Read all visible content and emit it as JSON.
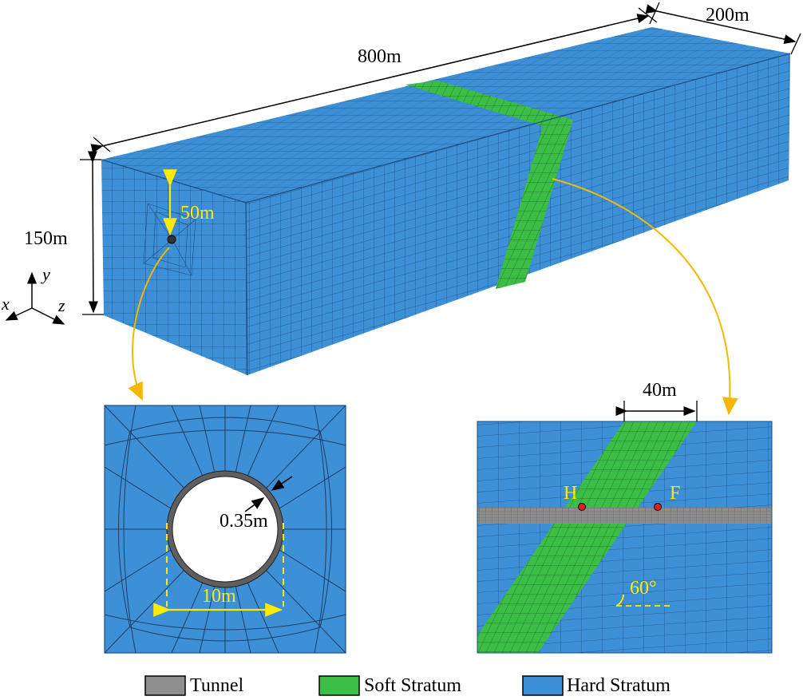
{
  "dimensions": {
    "length": "800m",
    "width": "200m",
    "height": "150m",
    "depth_to_tunnel": "50m"
  },
  "axes": {
    "x": "x",
    "y": "y",
    "z": "z"
  },
  "detail_cross_section": {
    "lining_thickness": "0.35m",
    "diameter": "10m"
  },
  "detail_longitudinal": {
    "soft_width": "40m",
    "point_h": "H",
    "point_f": "F",
    "angle": "60°"
  },
  "legend": [
    {
      "label": "Tunnel",
      "color": "#8e8e8e"
    },
    {
      "label": "Soft Stratum",
      "color": "#3cbe46"
    },
    {
      "label": "Hard Stratum",
      "color": "#3d8fd6"
    }
  ],
  "colors": {
    "hard": "#3d8fd6",
    "soft": "#3cbe46",
    "tunnel": "#8e8e8e",
    "annotation": "#ffea00",
    "leader": "#f5b800"
  }
}
